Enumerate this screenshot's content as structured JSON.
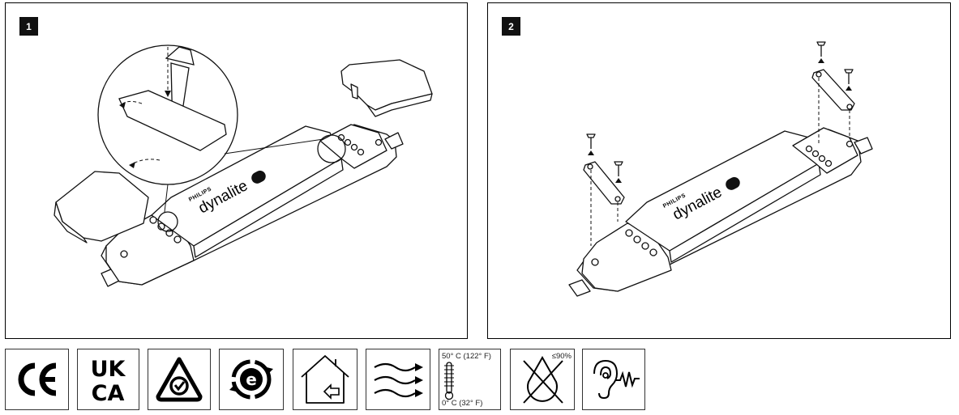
{
  "steps": [
    {
      "number": "1"
    },
    {
      "number": "2"
    }
  ],
  "product": {
    "brand_small": "PHILIPS",
    "brand_large": "dynalite"
  },
  "symbols": {
    "ce": "CE",
    "ukca_top": "UK",
    "ukca_bottom": "CA",
    "rcm": "rcm-icon",
    "recycle": "e-recycle-icon",
    "indoor": "indoor-use-icon",
    "ventilation": "ventilation-icon",
    "temp_high": "50° C (122° F)",
    "temp_low": "0° C (32° F)",
    "humidity": "≤90%",
    "noise": "audible-noise-icon"
  }
}
